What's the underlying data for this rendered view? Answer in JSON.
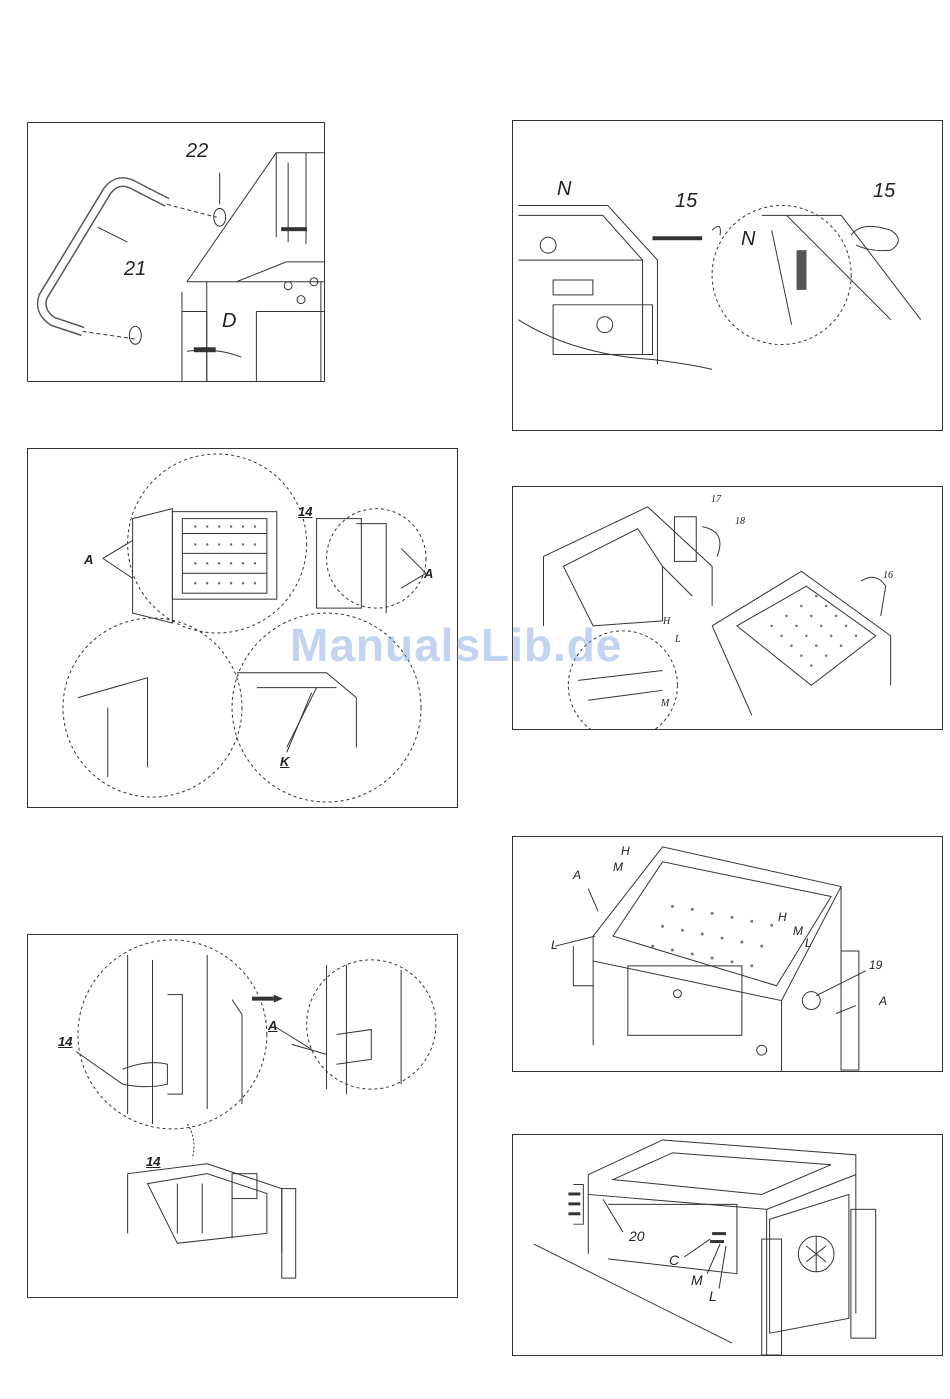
{
  "panels": {
    "p1": {
      "labels": {
        "n22": "22",
        "n21": "21",
        "d": "D"
      }
    },
    "p2": {
      "labels": {
        "n15a": "15",
        "n15b": "15",
        "na": "N",
        "nb": "N"
      }
    },
    "p3": {
      "labels": {
        "n14": "14",
        "aleft": "A",
        "aright": "A",
        "k": "K"
      }
    },
    "p4": {
      "labels": {
        "n17": "17",
        "n18": "18",
        "n16": "16",
        "h": "H",
        "l": "L",
        "m": "M"
      }
    },
    "p5": {
      "labels": {
        "a1": "A",
        "m1": "M",
        "h1": "H",
        "l1": "L",
        "h2": "H",
        "m2": "M",
        "l2": "L",
        "n19": "19",
        "a2": "A"
      }
    },
    "p6": {
      "labels": {
        "n14a": "14",
        "a": "A",
        "n14b": "14"
      }
    },
    "p7": {
      "labels": {
        "n20": "20",
        "c": "C",
        "m": "M",
        "l": "L"
      }
    }
  },
  "watermark": "ManualsLib.de"
}
